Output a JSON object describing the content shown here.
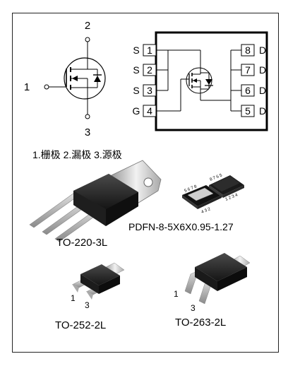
{
  "symbol": {
    "pin_gate": "1",
    "pin_drain": "2",
    "pin_source": "3"
  },
  "pinout": {
    "left_pins": [
      {
        "num": "1",
        "name": "S"
      },
      {
        "num": "2",
        "name": "S"
      },
      {
        "num": "3",
        "name": "S"
      },
      {
        "num": "4",
        "name": "G"
      }
    ],
    "right_pins": [
      {
        "num": "8",
        "name": "D"
      },
      {
        "num": "7",
        "name": "D"
      },
      {
        "num": "6",
        "name": "D"
      },
      {
        "num": "5",
        "name": "D"
      }
    ]
  },
  "legend": "1.栅极 2.漏极 3.源极",
  "packages": {
    "to220": {
      "label": "TO-220-3L"
    },
    "pdfn": {
      "label": "PDFN-8-5X6X0.95-1.27",
      "top_pins": "5 6 7 8",
      "top_pins_2": "8 7 6 5",
      "bottom_pins": "4 3 2",
      "bottom_pins_2": "1 2 3 4"
    },
    "to252": {
      "label": "TO-252-2L",
      "pin1": "1",
      "pin3": "3"
    },
    "to263": {
      "label": "TO-263-2L",
      "pin1": "1",
      "pin3": "3"
    }
  }
}
